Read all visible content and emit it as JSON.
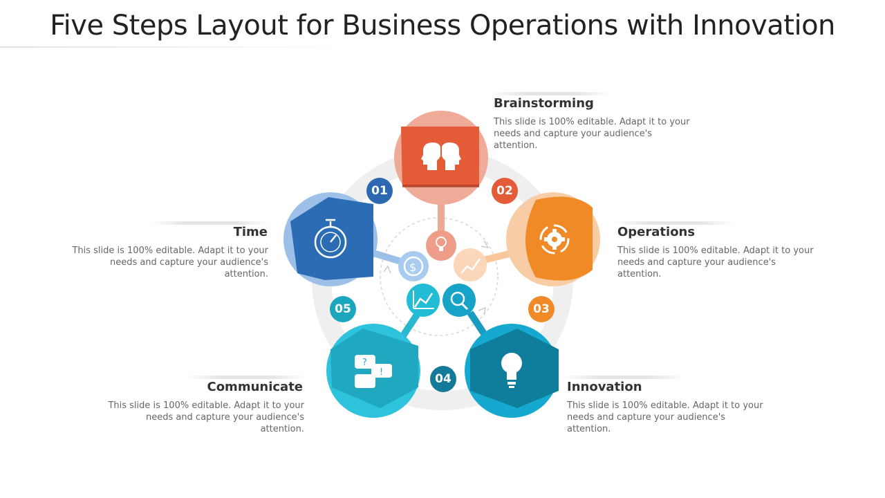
{
  "title": "Five Steps Layout for Business Operations with Innovation",
  "steps": [
    {
      "number": "01",
      "heading": "Time",
      "description": "This slide is 100% editable. Adapt it to your needs and capture your audience's attention.",
      "color": "#2b6cb5",
      "icon": "stopwatch-gear-icon"
    },
    {
      "number": "02",
      "heading": "Brainstorming",
      "description": "This slide is 100% editable. Adapt it to your needs and capture your audience's attention.",
      "color": "#e35b37",
      "icon": "two-heads-icon"
    },
    {
      "number": "03",
      "heading": "Operations",
      "description": "This slide is 100% editable. Adapt it to your needs and capture your audience's attention.",
      "color": "#ef8a26",
      "icon": "gear-cycle-icon"
    },
    {
      "number": "04",
      "heading": "Innovation",
      "description": "This slide is 100% editable. Adapt it to your needs and capture your audience's attention.",
      "color": "#118aab",
      "icon": "lightbulb-icon"
    },
    {
      "number": "05",
      "heading": "Communicate",
      "description": "This slide is 100% editable. Adapt it to your needs and capture your audience's attention.",
      "color": "#1fb3cc",
      "icon": "chat-bubbles-icon"
    }
  ]
}
